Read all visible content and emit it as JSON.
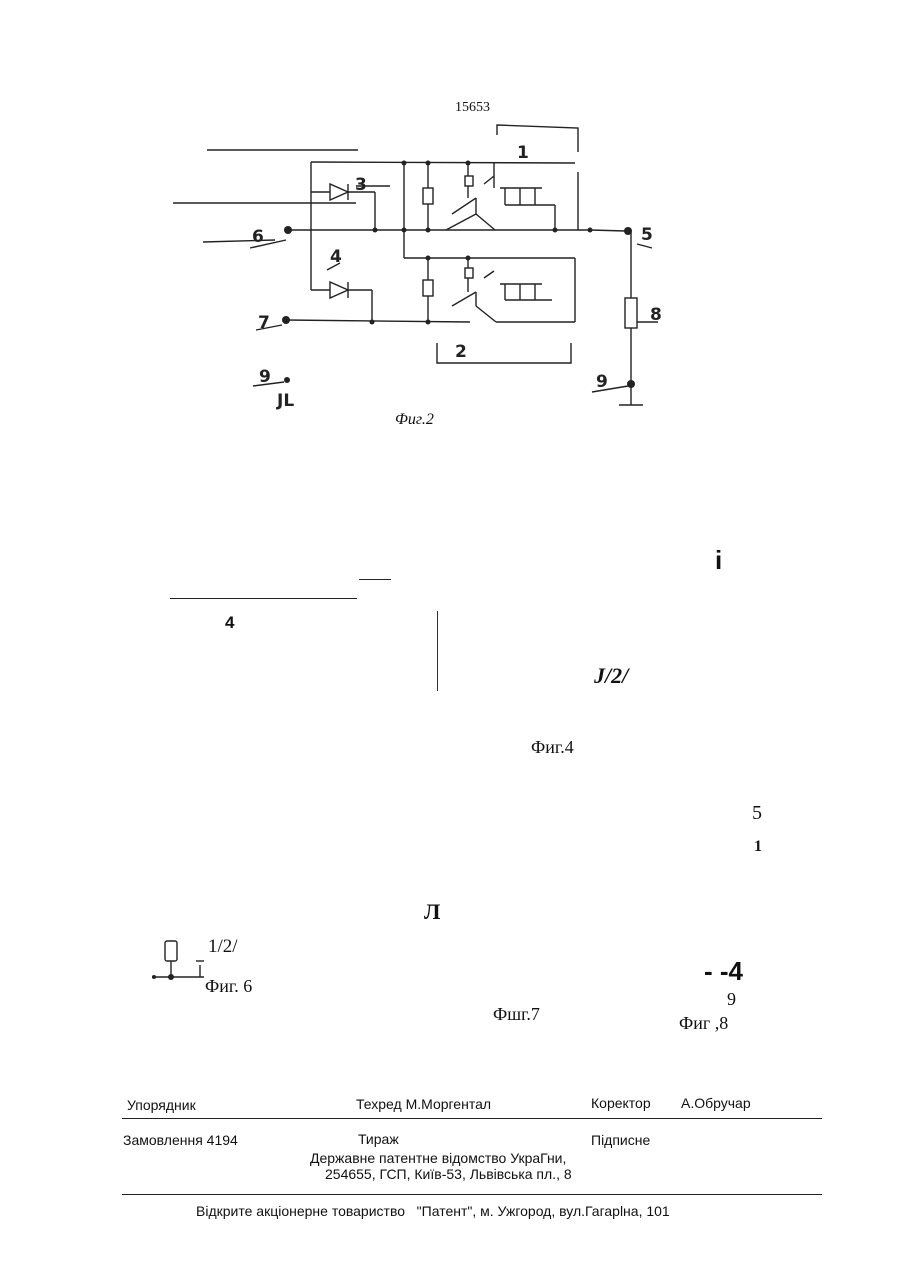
{
  "header": {
    "page_number": "15653"
  },
  "fig2": {
    "labels": {
      "l1": "1",
      "l2": "2",
      "l3": "3",
      "l4": "4",
      "l5": "5",
      "l6": "6",
      "l7": "7",
      "l8": "8",
      "l9_left": "9",
      "l9_right": "9",
      "jl": "JL"
    },
    "caption": "Фиг.2"
  },
  "fig4": {
    "label_i": "i",
    "label_4": "4",
    "label_j": "J/2/",
    "caption": "Фиг.4"
  },
  "fig5_frag": {
    "label_5": "5",
    "label_1": "1"
  },
  "fig6": {
    "label_l": "Л",
    "label_half": "1/2/",
    "caption": "Фиг. 6"
  },
  "fig7": {
    "caption": "Фшг.7"
  },
  "fig8": {
    "label_dash4": "- -4",
    "label_9": "9",
    "caption": "Фиг ,8"
  },
  "footer": {
    "compiler_label": "Упорядник",
    "techred": "Техред М.Моргентал",
    "corrector_label": "Коректор",
    "corrector_name": "А.Обручар",
    "order": "Замовлення 4194",
    "circulation": "Тираж",
    "subscription": "Підписне",
    "office_line1": "Державне патентне відомство УкраГни,",
    "office_line2": "254655, ГСП, Київ-53, Львівська пл., 8",
    "publisher": "Відкрите акціонерне товариство   \"Патент\", м. Ужгород, вул.Гагарlна, 101"
  }
}
